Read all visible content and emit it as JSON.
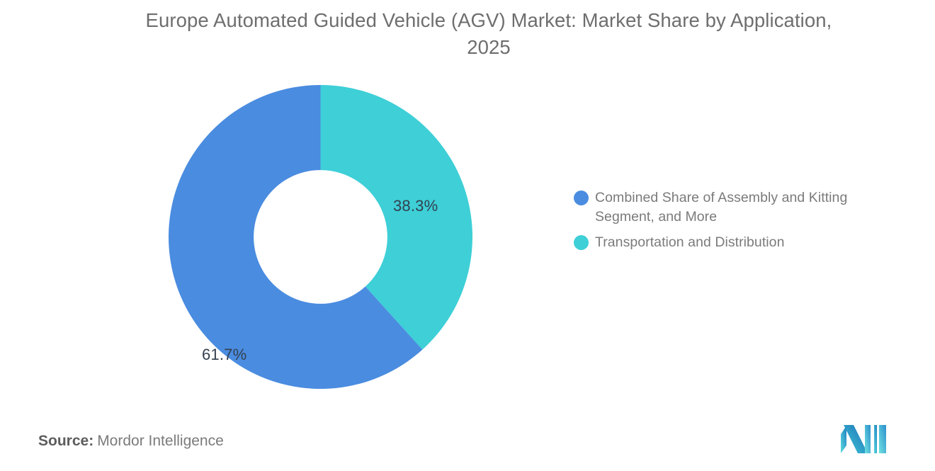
{
  "chart_data": {
    "type": "pie",
    "variant": "donut",
    "title": "Europe Automated Guided Vehicle (AGV) Market: Market Share by Application, 2025",
    "subtitle": "",
    "xlabel": "",
    "ylabel": "",
    "categories": [
      "Combined Share of Assembly and Kitting Segment, and More",
      "Transportation and Distribution"
    ],
    "values": [
      61.7,
      38.3
    ],
    "value_unit": "%",
    "data_labels": [
      "61.7%",
      "38.3%"
    ],
    "colors": [
      "#4A8CE0",
      "#3ECFD7"
    ],
    "legend_position": "right",
    "grid": false,
    "start_angle_deg": 0,
    "direction": "clockwise",
    "inner_radius_ratio": 0.44,
    "slices": [
      {
        "name": "Combined Share of Assembly and Kitting Segment, and More",
        "value": 61.7,
        "label": "61.7%",
        "color": "#4A8CE0"
      },
      {
        "name": "Transportation and Distribution",
        "value": 38.3,
        "label": "38.3%",
        "color": "#3ECFD7"
      }
    ]
  },
  "legend": {
    "items": [
      {
        "label": "Combined Share of Assembly and Kitting Segment, and More",
        "color": "#4A8CE0"
      },
      {
        "label": "Transportation and Distribution",
        "color": "#3ECFD7"
      }
    ]
  },
  "footer": {
    "source_prefix": "Source:",
    "source_value": "Mordor Intelligence",
    "logo_name": "mordor-intelligence-logo"
  },
  "theme": {
    "background": "#FFFFFF",
    "title_color": "#6E6E6E",
    "legend_text_color": "#7B7B7B",
    "data_label_color": "#33404F",
    "accent_blue": "#4A8CE0",
    "accent_teal": "#3ECFD7"
  }
}
